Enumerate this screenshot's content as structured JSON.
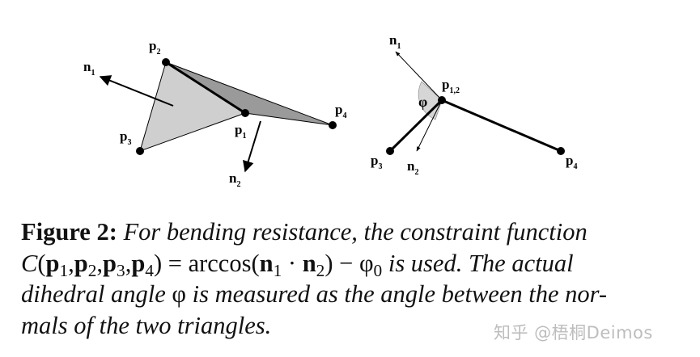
{
  "figure": {
    "left_labels": {
      "p1": {
        "base": "p",
        "sub": "1"
      },
      "p2": {
        "base": "p",
        "sub": "2"
      },
      "p3": {
        "base": "p",
        "sub": "3"
      },
      "p4": {
        "base": "p",
        "sub": "4"
      },
      "n1": {
        "base": "n",
        "sub": "1"
      },
      "n2": {
        "base": "n",
        "sub": "2"
      }
    },
    "right_labels": {
      "p12": {
        "base": "p",
        "sub": "1,2"
      },
      "p3": {
        "base": "p",
        "sub": "3"
      },
      "p4": {
        "base": "p",
        "sub": "4"
      },
      "n1": {
        "base": "n",
        "sub": "1"
      },
      "n2": {
        "base": "n",
        "sub": "2"
      },
      "phi": "φ"
    },
    "colors": {
      "triangle_light": "#cfcfcf",
      "triangle_dark": "#9a9a9a",
      "angle_fill": "#d6d6d6",
      "stroke": "#000000"
    }
  },
  "caption": {
    "label": "Figure 2:",
    "line1_text": " For bending resistance, the constraint function",
    "formula_C": "C",
    "formula_open": "(",
    "formula_p": "p",
    "s1": "1",
    "s2": "2",
    "s3": "3",
    "s4": "4",
    "comma": ",",
    "formula_close": ")",
    "formula_eq": " = arccos(",
    "formula_n": "n",
    "formula_dot": " · ",
    "formula_close2": ") − ",
    "formula_phi": "φ",
    "s0": "0",
    "line2_tail": " is used. The actual",
    "line3_a": "dihedral angle ",
    "line3_phi": "φ",
    "line3_b": " is measured as the angle between the nor-",
    "line4": "mals of the two triangles."
  },
  "watermark": "知乎 @梧桐Deimos"
}
